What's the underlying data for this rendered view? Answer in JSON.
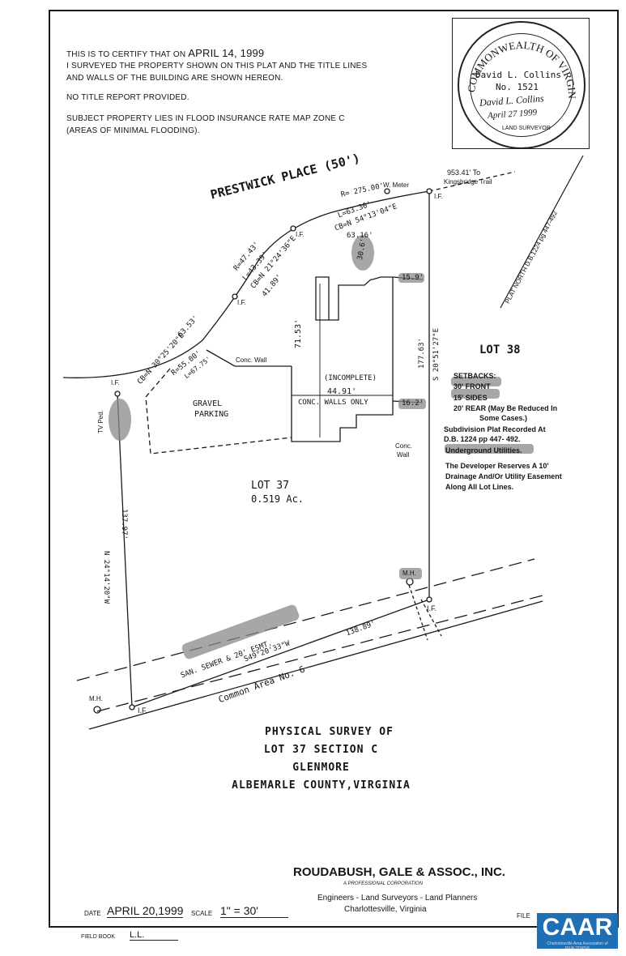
{
  "certification": {
    "line1a": "THIS IS TO CERTIFY THAT ON",
    "line1b": "APRIL 14, 1999",
    "line2": "I SURVEYED THE PROPERTY SHOWN ON THIS PLAT AND THE TITLE LINES",
    "line3": "AND WALLS OF THE BUILDING ARE SHOWN HEREON.",
    "line4": "NO TITLE REPORT PROVIDED.",
    "line5": "SUBJECT PROPERTY LIES IN FLOOD INSURANCE RATE MAP ZONE C",
    "line6": "(AREAS OF MINIMAL FLOODING)."
  },
  "seal": {
    "ring_text": "COMMONWEALTH OF VIRGINIA",
    "name": "David L. Collins",
    "number": "No. 1521",
    "signature": "David L. Collins",
    "date": "April 27 1999",
    "bottom": "LAND SURVEYOR"
  },
  "plat": {
    "street": "PRESTWICK PLACE (50')",
    "w_meter": "W. Meter",
    "to_trail_a": "953.41' To",
    "to_trail_b": "Kingsbridge Trail",
    "plat_north": "PLAT NORTH D.B.1224 pg 447-492",
    "curve_r275": "R= 275.00'",
    "curve_l63": "L=63.30'",
    "curve_cb1": "CB=N 54°13'04\"E",
    "curve_c63": "63.16'",
    "curve_r47": "R=47.43'",
    "curve_l43": "L=43.39'",
    "curve_cb2": "CB=N 21°24'36\"E",
    "curve_c41": "41.89'",
    "cb3": "CB=N 30°25'20\"E",
    "c63b": "63.53'",
    "r55": "R=55.00'",
    "l67": "L=67.75'",
    "if": "I.F.",
    "if2": "I.F.",
    "if3": "I.F.",
    "if4": "I.F.",
    "if5": "I.F.",
    "if6": "I.F.",
    "dim_30_6": "30.6'",
    "dim_15_9": "15.9'",
    "dim_16_2": "16.2'",
    "dim_71_53": "71.53'",
    "dim_44_91": "44.91'",
    "incomplete": "(INCOMPLETE)",
    "conc_walls_only": "CONC. WALLS ONLY",
    "conc_wall": "Conc. Wall",
    "conc_wall2a": "Conc.",
    "conc_wall2b": "Wall",
    "gravel1": "GRAVEL",
    "gravel2": "PARKING",
    "tv_ped": "TV Ped.",
    "lot38": "LOT 38",
    "lot37": "LOT 37",
    "acreage": "0.519 Ac.",
    "east_line": "S 20°51'27\"E",
    "east_len": "177.63'",
    "west_line": "N 24°14'20\"W",
    "west_len": "137.97'",
    "south_line": "S49°20'33\"W",
    "south_len": "138.89'",
    "san_sewer": "SAN. SEWER & 20' ESMT.",
    "common_area": "Common Area No. 6",
    "mh1": "M.H.",
    "mh2": "M.H."
  },
  "notes": {
    "setbacks": "SETBACKS:",
    "front": "30' FRONT",
    "sides": "15' SIDES",
    "rear": "20' REAR (May Be Reduced In",
    "rear2": "Some Cases.)",
    "subdivision1": "Subdivision Plat Recorded At",
    "subdivision2": "D.B. 1224 pp 447- 492.",
    "utilities": "Underground Utilities.",
    "dev1": "The Developer Reserves A 10'",
    "dev2": "Drainage And/Or Utility Easement",
    "dev3": "Along All Lot Lines."
  },
  "survey_title": {
    "line1": "PHYSICAL SURVEY OF",
    "line2": "LOT 37 SECTION C",
    "line3": "GLENMORE",
    "line4": "ALBEMARLE COUNTY,VIRGINIA"
  },
  "firm": {
    "name": "ROUDABUSH, GALE & ASSOC., INC.",
    "subtitle": "A PROFESSIONAL CORPORATION",
    "services": "Engineers - Land Surveyors - Land Planners",
    "location": "Charlottesville, Virginia"
  },
  "footer": {
    "date_label": "DATE",
    "date_value": "APRIL 20,1999",
    "scale_label": "SCALE",
    "scale_value": "1\" = 30'",
    "file_label": "FILE",
    "field_book_label": "FIELD BOOK",
    "field_book_value": "L.L."
  },
  "badge": {
    "logo": "CAAR",
    "tagline": "Charlottesville Area Association of REALTORS®"
  },
  "colors": {
    "ink": "#151515",
    "caar_blue": "#1f6fb5"
  }
}
